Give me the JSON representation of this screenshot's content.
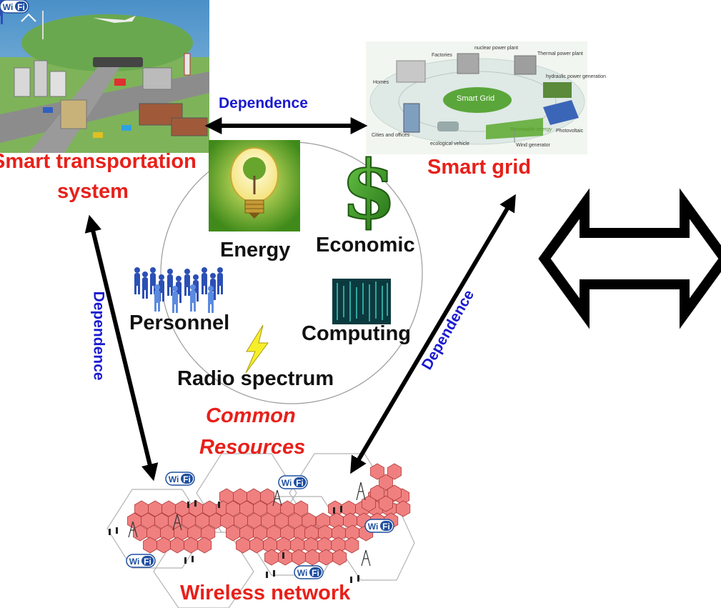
{
  "title_top_left": {
    "line1": "Smart transportation",
    "line2": "system"
  },
  "title_top_right": "Smart grid",
  "title_bottom": "Wireless network",
  "edges": {
    "top": "Dependence",
    "left": "Dependence",
    "right": "Dependence"
  },
  "resources": {
    "energy": "Energy",
    "economic": "Economic",
    "personnel": "Personnel",
    "computing": "Computing",
    "radio": "Radio spectrum",
    "common_line1": "Common",
    "common_line2": "Resources"
  },
  "smart_grid_labels": {
    "center": "Smart Grid",
    "nuclear": "nuclear power plant",
    "factories": "Factories",
    "thermal": "Thermal power plant",
    "hydraulic": "hydraulic power generation",
    "homes": "Homes",
    "photovoltaic": "Photovoltaic",
    "cities": "Cities and offices",
    "renewable": "Renewable energy",
    "vehicle": "ecological vehicle",
    "wind": "Wind generator"
  },
  "wifi_label": "Wi Fi",
  "colors": {
    "title_red": "#e8201a",
    "dependence_blue": "#1a1ad0",
    "hex_fill": "#f08080",
    "arrow": "#000000"
  }
}
